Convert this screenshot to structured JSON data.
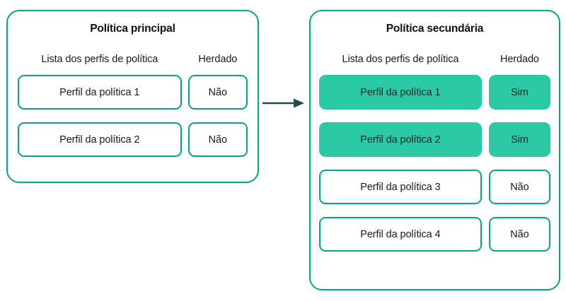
{
  "diagram": {
    "title_hidden": "",
    "colors": {
      "panel_border": "#00a887",
      "cell_border": "#00a887",
      "cell_fill_highlight": "#2bc9a4",
      "arrow": "#1f4e46",
      "text": "#1a1a1a",
      "background": "#ffffff"
    },
    "arrow": {
      "name": "flow-arrow",
      "direction": "right",
      "from": "Política principal",
      "to": "Política secundária"
    },
    "panels": [
      {
        "id": "primary",
        "title": "Política principal",
        "columns": [
          "Lista dos perfis de política",
          "Herdado"
        ],
        "rows": [
          {
            "profile": "Perfil da política 1",
            "inherited": "Não",
            "highlighted": false
          },
          {
            "profile": "Perfil da política 2",
            "inherited": "Não",
            "highlighted": false
          }
        ]
      },
      {
        "id": "secondary",
        "title": "Política secundária",
        "columns": [
          "Lista dos perfis de política",
          "Herdado"
        ],
        "rows": [
          {
            "profile": "Perfil da política 1",
            "inherited": "Sim",
            "highlighted": true
          },
          {
            "profile": "Perfil da política 2",
            "inherited": "Sim",
            "highlighted": true
          },
          {
            "profile": "Perfil da política 3",
            "inherited": "Não",
            "highlighted": false
          },
          {
            "profile": "Perfil da política 4",
            "inherited": "Não",
            "highlighted": false
          }
        ]
      }
    ]
  }
}
